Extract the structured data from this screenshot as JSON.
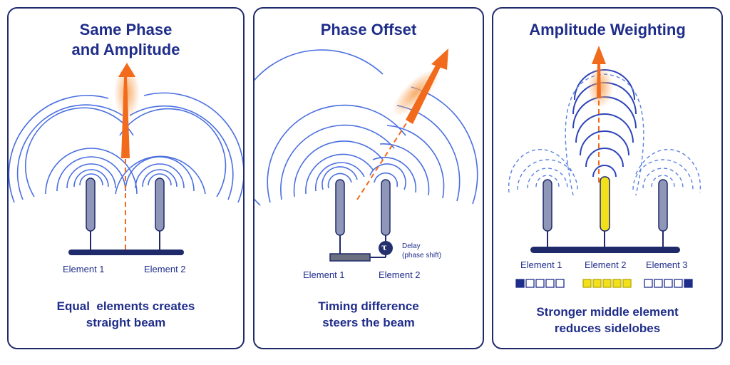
{
  "panels": [
    {
      "title_line1": "Same Phase",
      "title_line2": "and Amplitude",
      "elements": [
        "Element 1",
        "Element 2"
      ],
      "caption_line1": "Equal  elements creates",
      "caption_line2": "straight beam"
    },
    {
      "title_line1": "Phase Offset",
      "elements": [
        "Element 1",
        "Element 2"
      ],
      "delay_symbol": "τ",
      "delay_line1": "Delay",
      "delay_line2": "(phase shift)",
      "caption_line1": "Timing difference",
      "caption_line2": "steers the beam"
    },
    {
      "title_line1": "Amplitude Weighting",
      "elements": [
        "Element 1",
        "Element 2",
        "Element 3"
      ],
      "weights": [
        {
          "filled_start": 1,
          "filled_end": 0,
          "cells": 5,
          "pattern": [
            1,
            0,
            0,
            0,
            0
          ]
        },
        {
          "cells": 5,
          "pattern": [
            1,
            1,
            1,
            1,
            1
          ]
        },
        {
          "cells": 5,
          "pattern": [
            0,
            0,
            0,
            0,
            1
          ]
        }
      ],
      "caption_line1": "Stronger middle element",
      "caption_line2": "reduces sidelobes"
    }
  ],
  "colors": {
    "navy": "#1f2d8a",
    "wave": "#4a6fe0",
    "beam": "#f26a1b",
    "antenna": "#8e97b8",
    "highlight": "#f2e11a"
  }
}
